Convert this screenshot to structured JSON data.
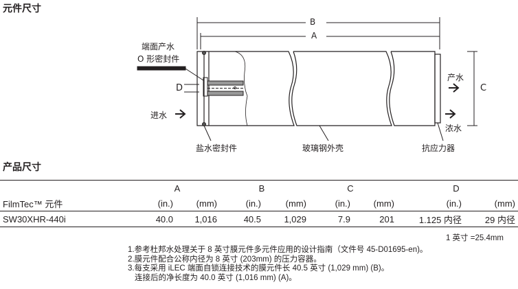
{
  "sections": {
    "element_dimensions": "元件尺寸",
    "product_dimensions": "产品尺寸"
  },
  "diagram": {
    "dim_b": "B",
    "dim_a": "A",
    "dim_c": "C",
    "dim_d": "D",
    "oring_label_1": "端面产水",
    "oring_label_2": "O 形密封件",
    "feed": "进水",
    "permeate": "产水",
    "concentrate": "浓水",
    "brine_seal": "盐水密封件",
    "fiberglass_shell": "玻璃钢外壳",
    "anti_telescoping": "抗应力器"
  },
  "table": {
    "groups": [
      "A",
      "B",
      "C",
      "D"
    ],
    "subheader": [
      "FilmTec™ 元件",
      "(in.)",
      "(mm)",
      "(in.)",
      "(mm)",
      "(in.)",
      "(mm)",
      "(in.)",
      "(mm)"
    ],
    "rows": [
      [
        "SW30XHR-440i",
        "40.0",
        "1,016",
        "40.5",
        "1,029",
        "7.9",
        "201",
        "1.125 内径",
        "29 内径"
      ]
    ]
  },
  "conversion": "1 英寸 =25.4mm",
  "notes": [
    "1.参考杜邦水处理关于 8 英寸膜元件多元件应用的设计指南（文件号 45-D01695-en)。",
    "2.膜元件配合公称内径为 8 英寸 (203mm) 的压力容器。",
    "3.每支采用 iLEC 端面自锁连接技术的膜元件长 40.5 英寸 (1,029 mm) (B)。",
    "连接后的净长度为 40.0 英寸 (1,016 mm) (A)。"
  ]
}
